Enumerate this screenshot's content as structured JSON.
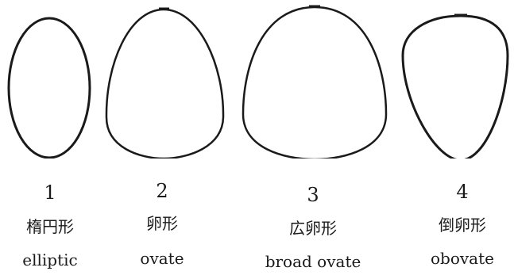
{
  "figures": [
    {
      "number": "1",
      "jp_label": "楕円形",
      "en_label": "elliptic"
    },
    {
      "number": "2",
      "jp_label": "卵形",
      "en_label": "ovate"
    },
    {
      "number": "3",
      "jp_label": "広卵形",
      "en_label": "broad ovate"
    },
    {
      "number": "4",
      "jp_label": "倒卵形",
      "en_label": "obovate"
    }
  ],
  "outline_color": "#1a1a1a"
}
